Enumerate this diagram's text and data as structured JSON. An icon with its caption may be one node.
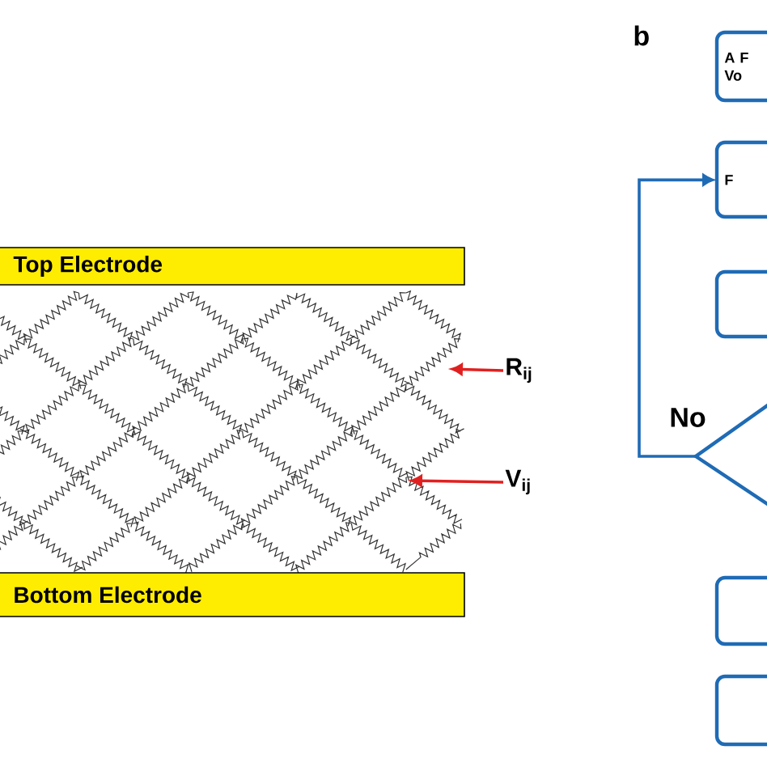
{
  "diagram": {
    "nodes": [
      {
        "text": [
          "Top Electrode"
        ]
      },
      {
        "text": [
          "Bottom Electrode"
        ]
      },
      {
        "text": [
          "R$_{ij}$"
        ]
      },
      {
        "text": [
          "V$_{ij}$"
        ]
      },
      {
        "text": [
          "A F Vo"
        ]
      },
      {
        "text": [
          "F"
        ]
      },
      {
        "text": [],
        "shape": "box"
      },
      {
        "text": [],
        "shape": "diamond"
      },
      {
        "text": [],
        "shape": "box"
      },
      {
        "text": [],
        "shape": "box"
      }
    ],
    "edges": [
      {
        "from": 2,
        "to": null,
        "arrow": "to",
        "color": "#e02020"
      },
      {
        "from": 3,
        "to": null,
        "arrow": "to",
        "color": "#e02020"
      },
      {
        "from": 7,
        "to": 5,
        "arrow": "to",
        "label": "No",
        "color": "#1f6bb5"
      }
    ],
    "labels": [
      "b"
    ]
  }
}
